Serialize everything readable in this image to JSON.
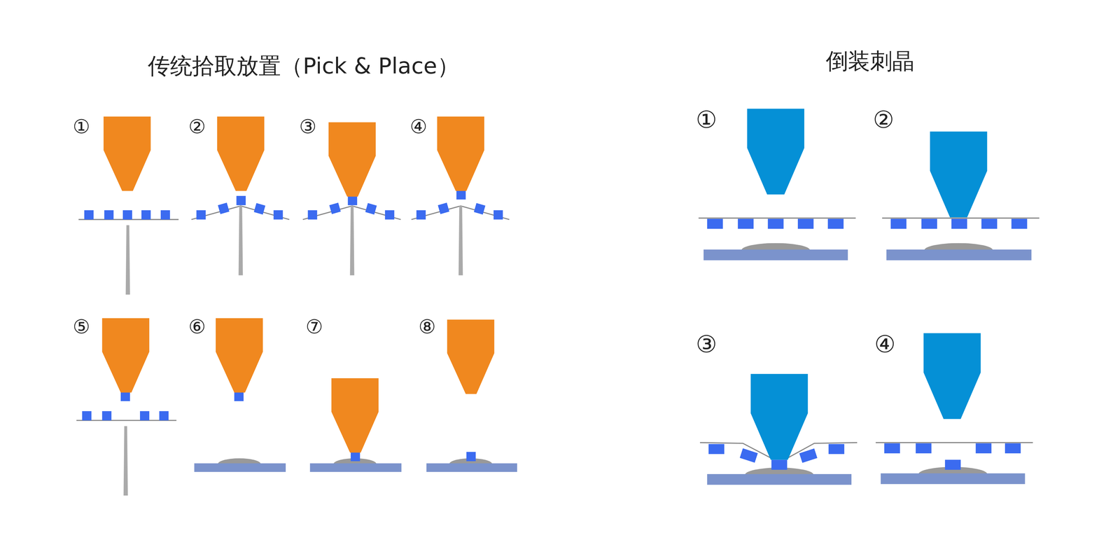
{
  "diagram": {
    "labels": [
      "传统拾取放置（Pick & Place）",
      "①",
      "②",
      "③",
      "④",
      "⑤",
      "⑥",
      "⑦",
      "⑧",
      "倒装刺晶",
      "①",
      "②",
      "③",
      "④"
    ]
  }
}
